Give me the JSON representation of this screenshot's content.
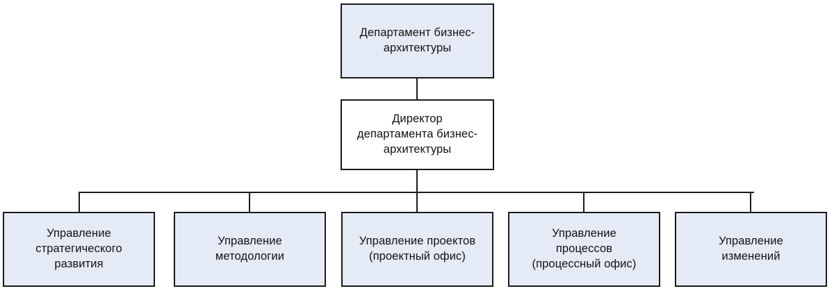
{
  "diagram": {
    "type": "organizational-chart",
    "orientation": "top-down",
    "colors": {
      "node_fill": "#e5ebf6",
      "node_fill_plain": "#ffffff",
      "border": "#1a1a1a",
      "text": "#111111",
      "background": "#ffffff"
    },
    "levels": [
      {
        "level": 1,
        "nodes": [
          {
            "id": "root",
            "label": "Департамент бизнес-\nархитектуры",
            "fill": "filled"
          }
        ]
      },
      {
        "level": 2,
        "nodes": [
          {
            "id": "director",
            "label": "Директор\nдепартамента бизнес-\nархитектуры",
            "fill": "plain"
          }
        ]
      },
      {
        "level": 3,
        "nodes": [
          {
            "id": "u1",
            "label": "Управление\nстратегического\nразвития",
            "fill": "filled"
          },
          {
            "id": "u2",
            "label": "Управление\nметодологии",
            "fill": "filled"
          },
          {
            "id": "u3",
            "label": "Управление проектов\n(проектный офис)",
            "fill": "filled"
          },
          {
            "id": "u4",
            "label": "Управление\nпроцессов\n(процессный офис)",
            "fill": "filled"
          },
          {
            "id": "u5",
            "label": "Управление\nизменений",
            "fill": "filled"
          }
        ]
      }
    ],
    "edges": [
      {
        "from": "root",
        "to": "director",
        "style": "orthogonal"
      },
      {
        "from": "director",
        "to": "u1",
        "style": "orthogonal"
      },
      {
        "from": "director",
        "to": "u2",
        "style": "orthogonal"
      },
      {
        "from": "director",
        "to": "u3",
        "style": "orthogonal"
      },
      {
        "from": "director",
        "to": "u4",
        "style": "orthogonal"
      },
      {
        "from": "director",
        "to": "u5",
        "style": "orthogonal"
      }
    ]
  }
}
